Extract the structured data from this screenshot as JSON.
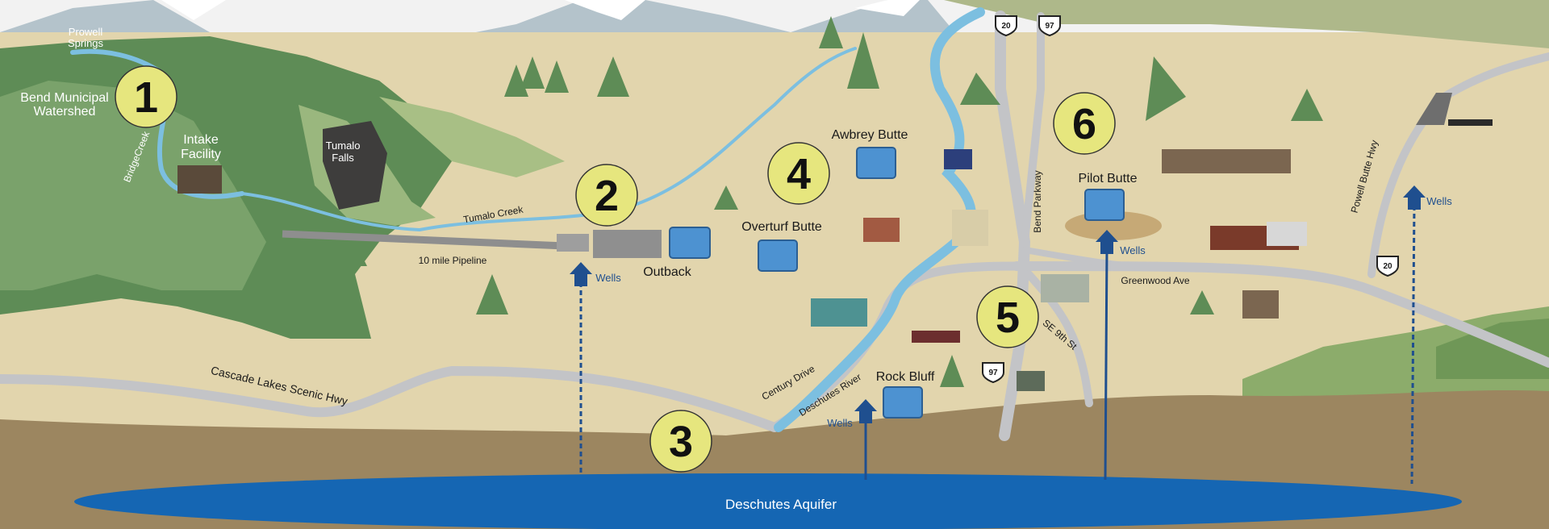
{
  "colors": {
    "ground": "#e2d5ad",
    "soil": "#9c8660",
    "aquifer": "#1566b3",
    "river": "#7cbfe0",
    "road": "#c3c4c7",
    "forest": "#5d8a55",
    "marker_fill": "#e6e67e",
    "wells_blue": "#1f4f8f"
  },
  "markers": [
    {
      "number": "1",
      "name": "Bend Municipal Watershed"
    },
    {
      "number": "2",
      "name": "Outback"
    },
    {
      "number": "3",
      "name": "Deschutes Aquifer"
    },
    {
      "number": "4",
      "name": "Overturf Butte / Awbrey Butte"
    },
    {
      "number": "5",
      "name": "Rock Bluff / SE 9th St"
    },
    {
      "number": "6",
      "name": "Pilot Butte"
    }
  ],
  "labels": {
    "prowell_line1": "Prowell",
    "prowell_line2": "Springs",
    "watershed_line1": "Bend Municipal",
    "watershed_line2": "Watershed",
    "bridge_creek": "BridgeCreek",
    "intake_line1": "Intake",
    "intake_line2": "Facility",
    "tumalo_falls_line1": "Tumalo",
    "tumalo_falls_line2": "Falls",
    "tumalo_creek": "Tumalo Creek",
    "pipeline": "10 mile Pipeline",
    "outback": "Outback",
    "awbrey_butte": "Awbrey Butte",
    "overturf_butte": "Overturf Butte",
    "pilot_butte": "Pilot Butte",
    "rock_bluff": "Rock Bluff",
    "bend_parkway": "Bend Parkway",
    "greenwood_ave": "Greenwood Ave",
    "se_9th": "SE 9th St",
    "century_drive": "Century Drive",
    "deschutes_river": "Deschutes River",
    "cascade_lakes": "Cascade Lakes Scenic Hwy",
    "powell_butte_hwy": "Powell Butte Hwy",
    "aquifer": "Deschutes Aquifer",
    "wells": "Wells"
  },
  "highway_shields": [
    "20",
    "97",
    "97",
    "20"
  ]
}
